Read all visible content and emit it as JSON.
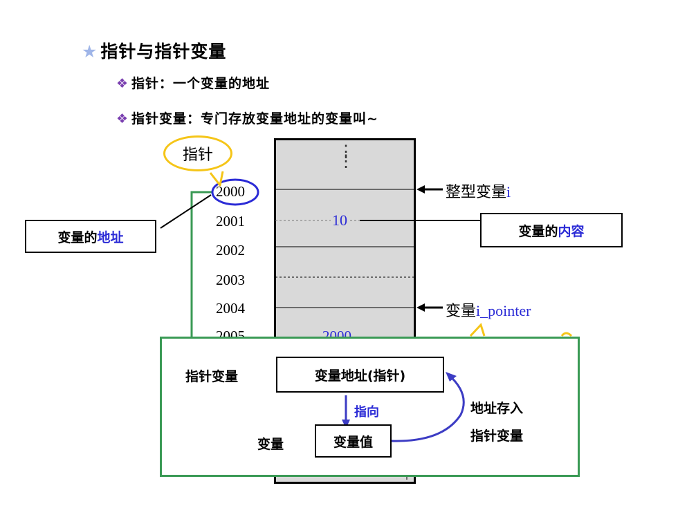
{
  "title": {
    "star": "★",
    "text": "指针与指针变量"
  },
  "bullets": [
    {
      "mark": "❖",
      "text": "指针：一个变量的地址"
    },
    {
      "mark": "❖",
      "text": "指针变量：专门存放变量地址的变量叫~"
    }
  ],
  "memory": {
    "ellipsis": "⋮",
    "addresses": [
      "2000",
      "2001",
      "2002",
      "2003",
      "2004",
      "2005"
    ],
    "cell_value": "10",
    "partial_value": "2000"
  },
  "labels": {
    "pointer_bubble": "指针",
    "var_i_prefix": "整型变量",
    "var_i_name": "i",
    "var_ptr_prefix": "变量",
    "var_ptr_name": "i_pointer",
    "addr_box_prefix": "变量的",
    "addr_box_highlight": "地址",
    "content_box_prefix": "变量的",
    "content_box_highlight": "内容"
  },
  "inset": {
    "pointer_var_label": "指针变量",
    "pointer_box": "变量地址(指针)",
    "points_to": "指向",
    "var_label": "变量",
    "value_box": "变量值",
    "store_line1": "地址存入",
    "store_line2": "指针变量"
  },
  "colors": {
    "highlight": "#2b2bd6",
    "bubble": "#f5c518",
    "frame": "#3a9a55",
    "memory_fill": "#d9d9d9"
  }
}
